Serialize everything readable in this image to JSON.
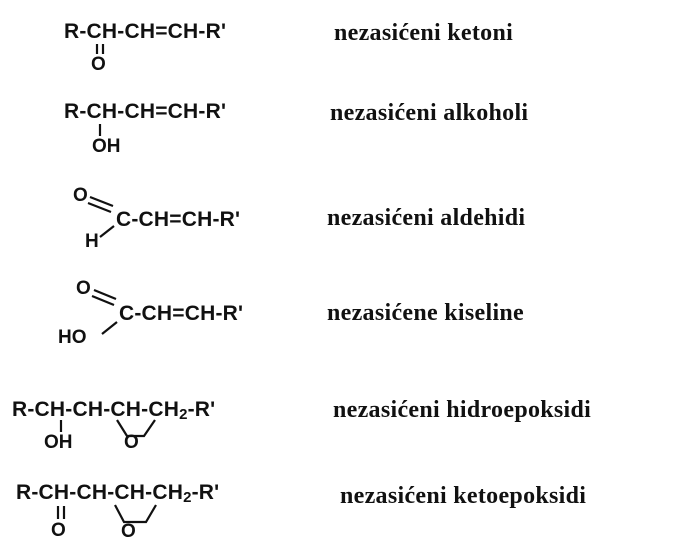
{
  "rows": [
    {
      "formula": "R-CH-CH=CH-R'",
      "sub1": "O",
      "label": "nezasićeni ketoni"
    },
    {
      "formula": "R-CH-CH=CH-R'",
      "sub1": "OH",
      "label": "nezasićeni alkoholi"
    },
    {
      "top": "O",
      "formula": "C-CH=CH-R'",
      "sub1": "H",
      "label": "nezasićeni aldehidi"
    },
    {
      "top": "O",
      "formula": "C-CH=CH-R'",
      "sub1": "HO",
      "label": "nezasićene kiseline"
    },
    {
      "formula_a": "R-CH-CH-CH-CH",
      "formula_sub": "2",
      "formula_b": "-R'",
      "sub1": "OH",
      "sub2": "O",
      "label": "nezasićeni hidroepoksidi"
    },
    {
      "formula_a": "R-CH-CH-CH-CH",
      "formula_sub": "2",
      "formula_b": "-R'",
      "sub1": "O",
      "sub2": "O",
      "label": "nezasićeni ketoepoksidi"
    }
  ]
}
